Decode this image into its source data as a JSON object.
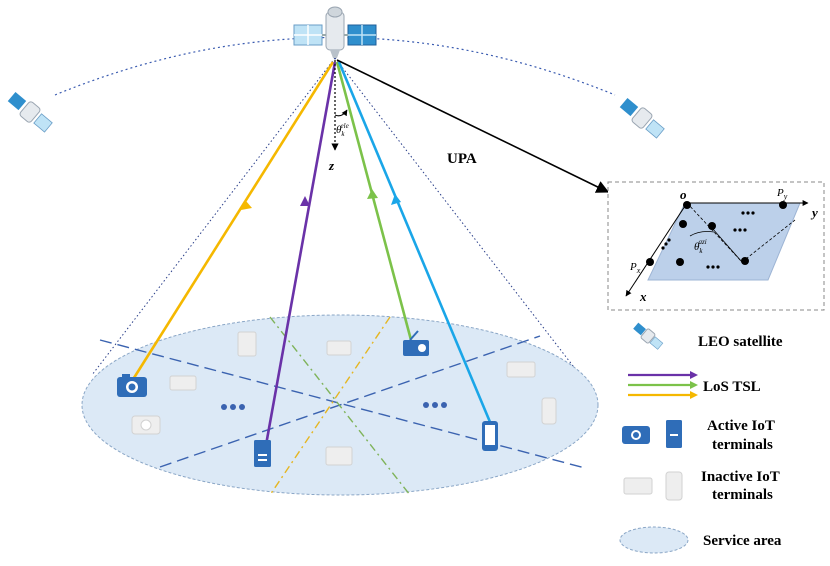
{
  "diagram": {
    "upa_label": "UPA",
    "z_axis_label": "z",
    "elevation_angle_main": "θ",
    "elevation_angle_main_sub": "k",
    "elevation_angle_main_sup": "ele",
    "inset": {
      "origin_label": "o",
      "py_label": "P",
      "py_sub": "y",
      "px_label": "P",
      "px_sub": "x",
      "y_axis_label": "y",
      "x_axis_label": "x",
      "angle_label": "θ",
      "angle_sub": "k",
      "angle_sup": "azi"
    },
    "colors": {
      "link_yellow": "#f5b800",
      "link_purple": "#6a32a8",
      "link_green": "#7cc24a",
      "link_cyan": "#1aa6e8",
      "service_area_fill": "#dce9f6",
      "active_terminal": "#2f6db8",
      "inactive_terminal": "#e6e6e6"
    }
  },
  "legend": {
    "leo_satellite": "LEO satellite",
    "los_tsl": "LoS TSL",
    "active_iot_line1": "Active IoT",
    "active_iot_line2": "terminals",
    "inactive_iot_line1": "Inactive IoT",
    "inactive_iot_line2": "terminals",
    "service_area": "Service area"
  }
}
